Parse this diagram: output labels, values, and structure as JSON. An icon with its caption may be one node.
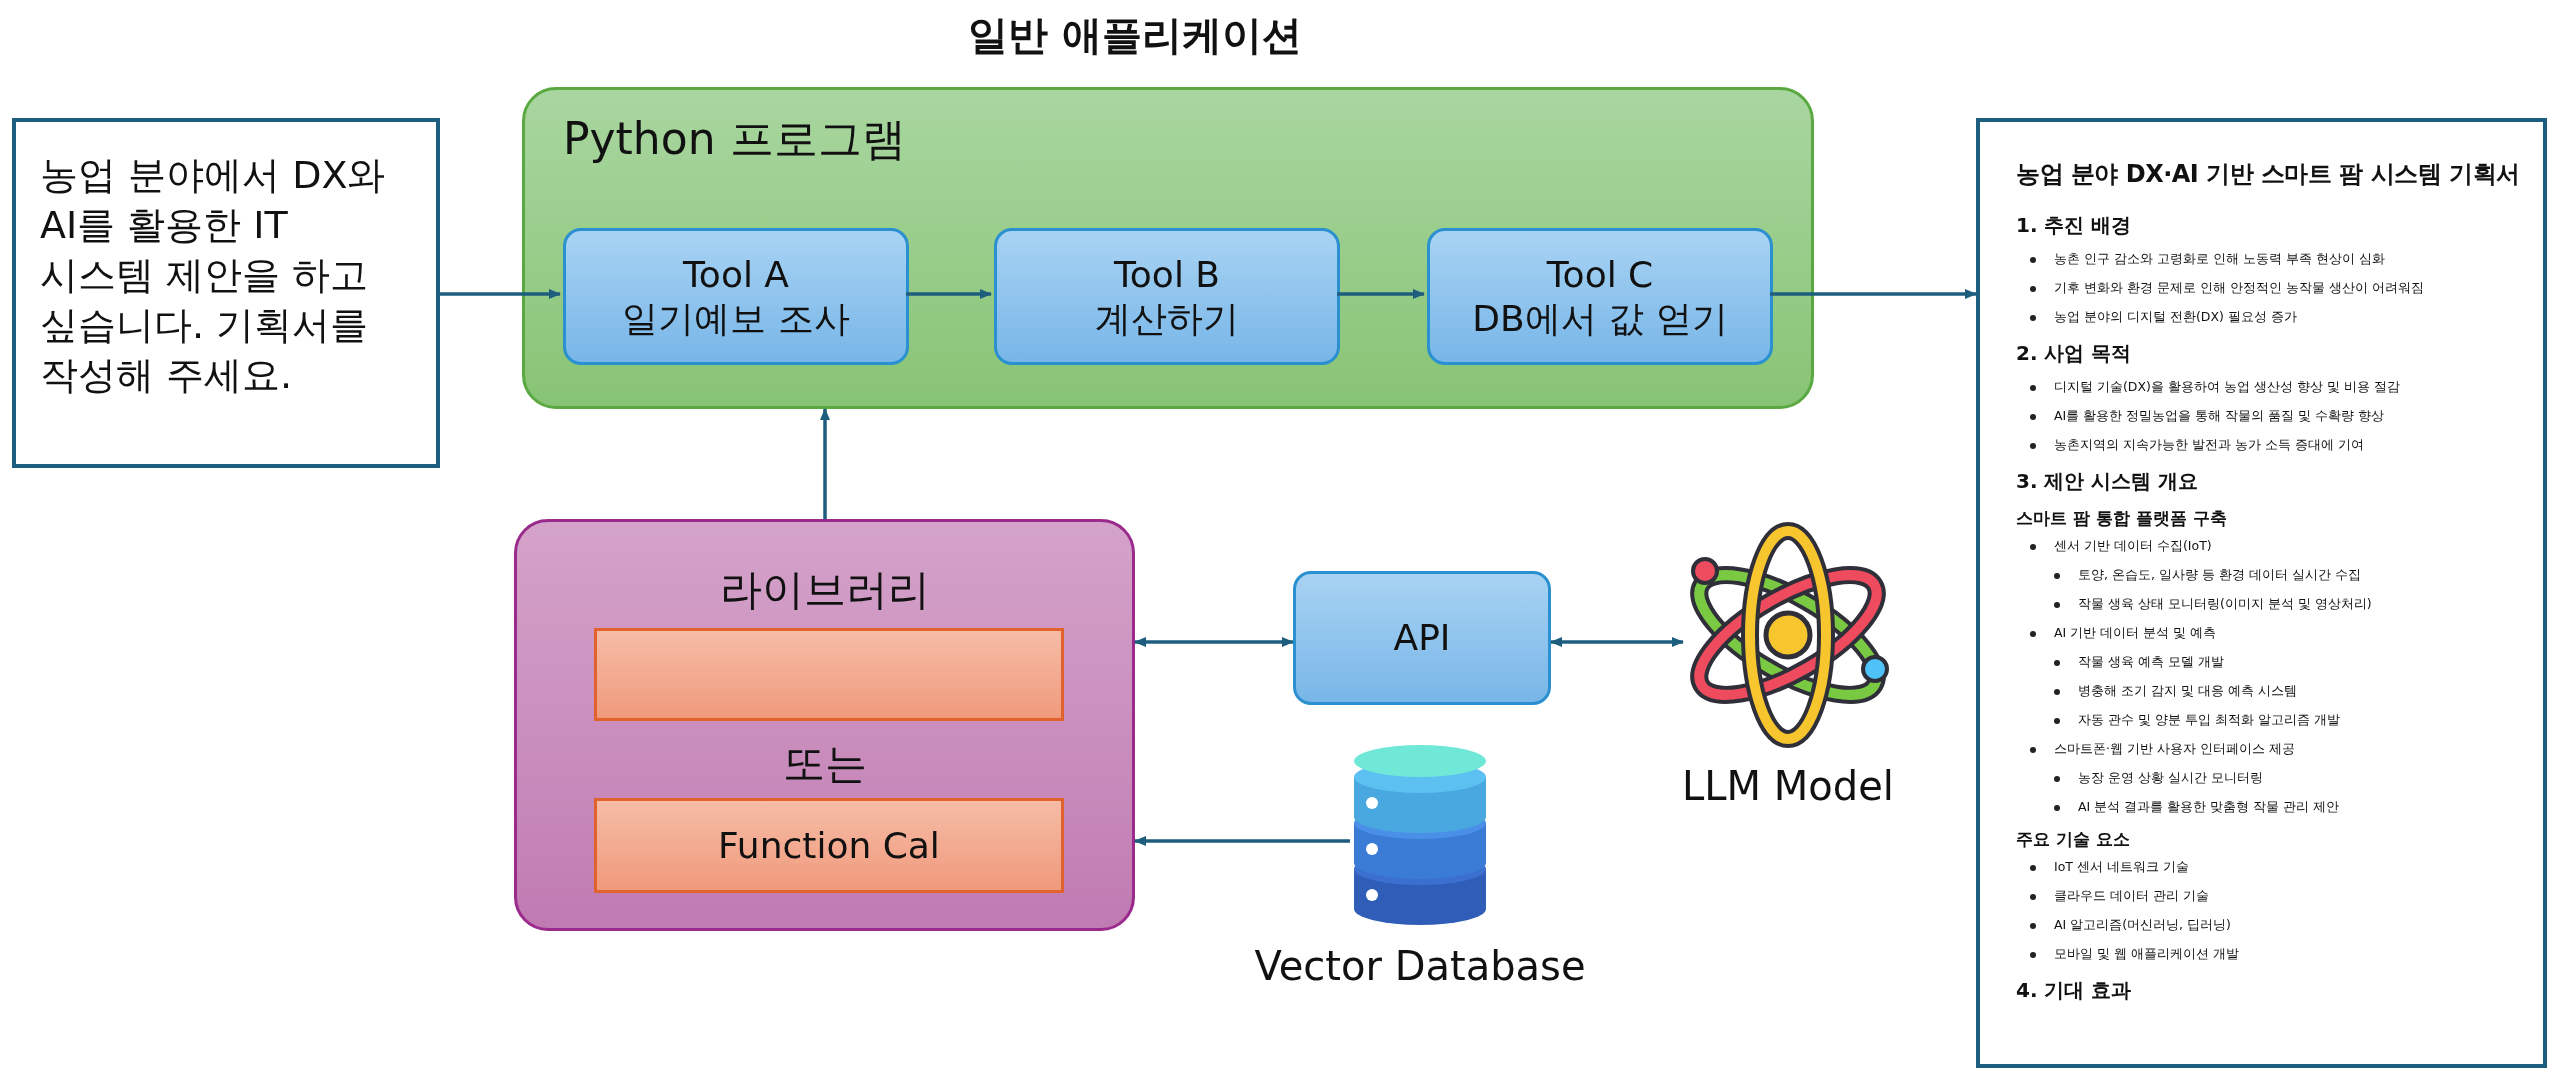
{
  "diagram": {
    "title": "일반 애플리케이션",
    "nodes": [
      {
        "text": [
          "농업 분야에서 DX와 AI를 활용한 IT 시스템 제안을 하고 싶습니다. 기획서를 작성해 주세요."
        ]
      },
      {
        "text": [
          "Python 프로그램"
        ]
      },
      {
        "text": [
          "Tool A",
          "일기예보 조사"
        ],
        "in": 1
      },
      {
        "text": [
          "Tool B",
          "계산하기"
        ],
        "in": 1
      },
      {
        "text": [
          "Tool C",
          "DB에서 값 얻기"
        ],
        "in": 1
      },
      {
        "text": [
          "농업 분야 DX·AI 기반 스마트 팜 시스템 기획서",
          "1. 추진 배경",
          "농촌 인구 감소와 고령화로 인해 노동력 부족 현상이 심화",
          "기후 변화와 환경 문제로 인해 안정적인 농작물 생산이 어려워짐",
          "농업 분야의 디지털 전환(DX) 필요성 증가",
          "2. 사업 목적",
          "디지털 기술(DX)을 활용하여 농업 생산성 향상 및 비용 절감",
          "AI를 활용한 정밀농업을 통해 작물의 품질 및 수확량 향상",
          "농촌지역의 지속가능한 발전과 농가 소득 증대에 기여",
          "3. 제안 시스템 개요",
          "스마트 팜 통합 플랫폼 구축",
          "센서 기반 데이터 수집(IoT)",
          "토양, 온습도, 일사량 등 환경 데이터 실시간 수집",
          "작물 생육 상태 모니터링(이미지 분석 및 영상처리)",
          "AI 기반 데이터 분석 및 예측",
          "작물 생육 예측 모델 개발",
          "병충해 조기 감지 및 대응 예측 시스템",
          "자동 관수 및 양분 투입 최적화 알고리즘 개발",
          "스마트폰·웹 기반 사용자 인터페이스 제공",
          "농장 운영 상황 실시간 모니터링",
          "AI 분석 결과를 활용한 맞춤형 작물 관리 제안",
          "주요 기술 요소",
          "IoT 센서 네트워크 기술",
          "클라우드 데이터 관리 기술",
          "AI 알고리즘(머신러닝, 딥러닝)",
          "모바일 및 웹 애플리케이션 개발",
          "4. 기대 효과"
        ]
      },
      {
        "text": [
          "라이브러리",
          "또는"
        ]
      },
      {
        "text": [],
        "shape": "box",
        "in": 6
      },
      {
        "text": [
          "Function Cal"
        ],
        "in": 6
      },
      {
        "text": [
          "API"
        ]
      },
      {
        "text": [],
        "shape": "picture",
        "beside": [
          "LLM Model"
        ]
      },
      {
        "text": [],
        "shape": "cylinder",
        "beside": [
          "Vector Database"
        ]
      }
    ],
    "edges": [
      {
        "from": 0,
        "to": 2,
        "arrow": "to"
      },
      {
        "from": 2,
        "to": 3,
        "arrow": "to"
      },
      {
        "from": 3,
        "to": 4,
        "arrow": "to"
      },
      {
        "from": 4,
        "to": 5,
        "arrow": "to"
      },
      {
        "from": 6,
        "to": 1,
        "arrow": "to"
      },
      {
        "from": 6,
        "to": 9,
        "arrow": "both"
      },
      {
        "from": 9,
        "to": 10,
        "arrow": "both"
      },
      {
        "from": 11,
        "to": 6,
        "arrow": "to"
      }
    ]
  }
}
